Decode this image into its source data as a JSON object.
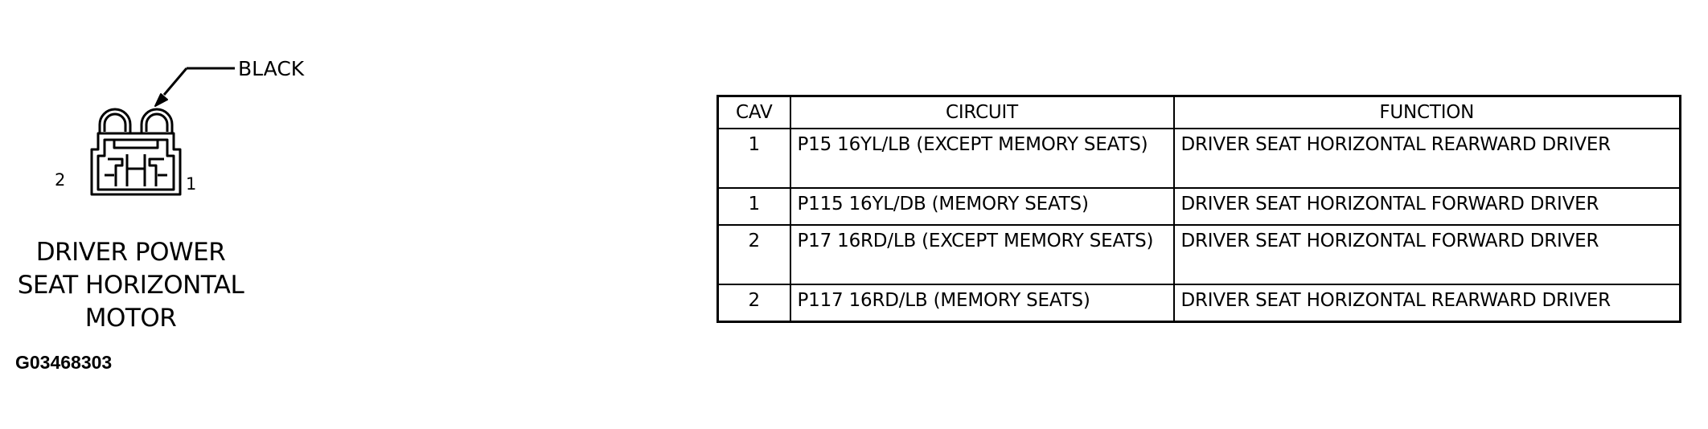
{
  "connector": {
    "color_label": "BLACK",
    "pin_left_label": "2",
    "pin_right_label": "1",
    "title_lines": [
      "DRIVER POWER",
      "SEAT HORIZONTAL",
      "MOTOR"
    ]
  },
  "figure_id": "G03468303",
  "table": {
    "headers": {
      "cav": "CAV",
      "circuit": "CIRCUIT",
      "function": "FUNCTION"
    },
    "rows": [
      {
        "cav": "1",
        "circuit": "P15 16YL/LB (EXCEPT MEMORY SEATS)",
        "function": "DRIVER SEAT HORIZONTAL REARWARD DRIVER"
      },
      {
        "cav": "1",
        "circuit": "P115 16YL/DB (MEMORY SEATS)",
        "function": "DRIVER SEAT HORIZONTAL FORWARD DRIVER"
      },
      {
        "cav": "2",
        "circuit": "P17 16RD/LB (EXCEPT MEMORY SEATS)",
        "function": "DRIVER SEAT HORIZONTAL FORWARD DRIVER"
      },
      {
        "cav": "2",
        "circuit": "P117 16RD/LB (MEMORY SEATS)",
        "function": "DRIVER SEAT HORIZONTAL REARWARD DRIVER"
      }
    ]
  }
}
